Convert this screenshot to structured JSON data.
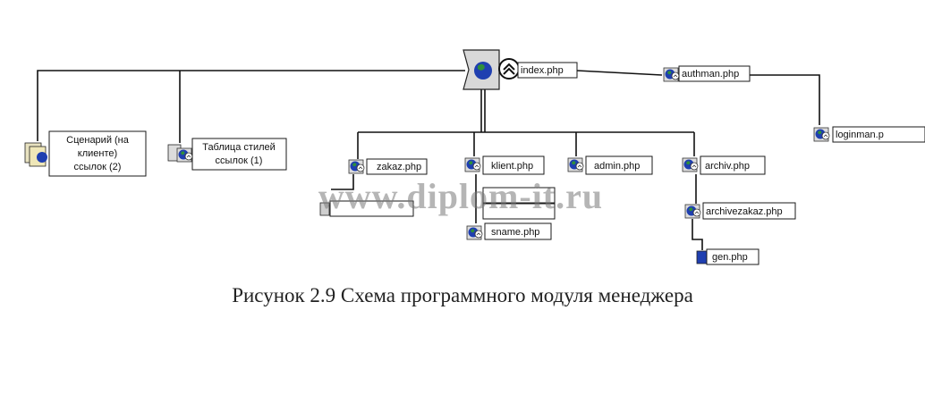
{
  "diagram": {
    "nodes": {
      "index": "index.php",
      "authman": "authman.php",
      "loginman": "loginman.p",
      "scenario_line1": "Сценарий (на",
      "scenario_line2": "клиенте)",
      "scenario_line3": "ссылок (2)",
      "stylesheet_line1": "Таблица стилей",
      "stylesheet_line2": "ссылок (1)",
      "zakaz": "zakaz.php",
      "klient": "klient.php",
      "admin": "admin.php",
      "archiv": "archiv.php",
      "sname": "sname.php",
      "archivezakaz": "archivezakaz.php",
      "gen": "gen.php"
    },
    "colors": {
      "globe_blue": "#1f3fb0",
      "globe_green": "#2f8f3a",
      "line": "#111111"
    }
  },
  "watermark": "www.diplom-it.ru",
  "caption": "Рисунок 2.9 Схема программного модуля менеджера"
}
